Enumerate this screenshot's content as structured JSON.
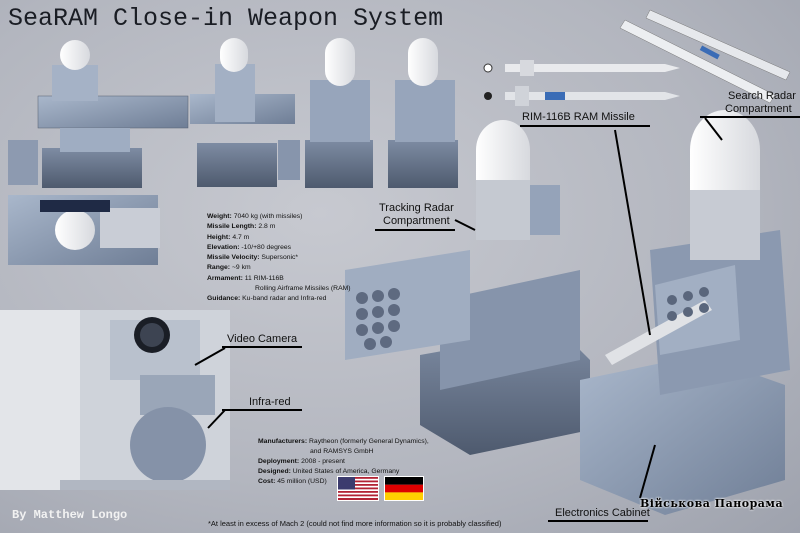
{
  "title": "SeaRAM Close-in Weapon System",
  "author": "By Matthew Longo",
  "specs": [
    {
      "label": "Weight:",
      "value": "7040 kg (with missiles)"
    },
    {
      "label": "Missile Length:",
      "value": "2.8 m"
    },
    {
      "label": "Height:",
      "value": "4.7 m"
    },
    {
      "label": "Elevation:",
      "value": "-10/+80 degrees"
    },
    {
      "label": "Missile Velocity:",
      "value": "Supersonic*"
    },
    {
      "label": "Range:",
      "value": "~9 km"
    },
    {
      "label": "Armament:",
      "value": "11 RIM-116B"
    },
    {
      "label": "",
      "value": "Rolling Airframe Missiles (RAM)"
    },
    {
      "label": "Guidance:",
      "value": "Ku-band radar and Infra-red"
    }
  ],
  "manufacturers": [
    {
      "label": "Manufacturers:",
      "value": "Raytheon (formerly General Dynamics),"
    },
    {
      "label": "",
      "value": "and RAMSYS GmbH"
    },
    {
      "label": "Deployment:",
      "value": "2008 - present"
    },
    {
      "label": "Designed:",
      "value": "United States of America, Germany"
    },
    {
      "label": "Cost:",
      "value": "45 million (USD)"
    }
  ],
  "callouts": {
    "tracking_radar_line1": "Tracking Radar",
    "tracking_radar_line2": "Compartment",
    "search_radar_line1": "Search Radar",
    "search_radar_line2": "Compartment",
    "missile": "RIM-116B RAM Missile",
    "video_camera": "Video Camera",
    "infra_red": "Infra-red",
    "electronics": "Electronics Cabinet"
  },
  "footnote": "*At least in excess of Mach 2 (could not find more information so it is probably classified)",
  "watermark": "Військова Панорама",
  "colors": {
    "hull": "#8f9eb4",
    "hull_dark": "#6a7890",
    "radome": "#f2f2f2",
    "background": "#b9bcc4"
  }
}
